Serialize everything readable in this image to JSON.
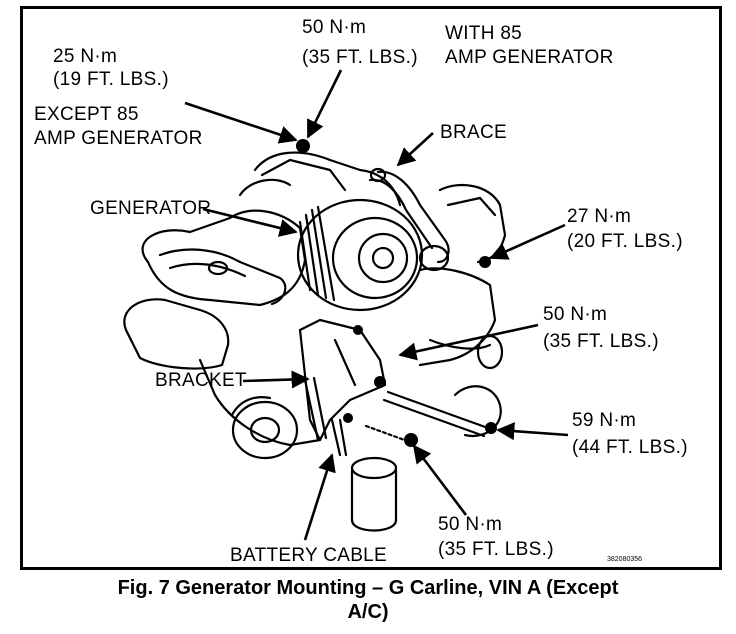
{
  "labels": {
    "torque_25": "25 N·m",
    "torque_25_ft": "(19 FT. LBS.)",
    "except85_1": "EXCEPT 85",
    "except85_2": "AMP GENERATOR",
    "torque_50_top": "50 N·m",
    "torque_50_top_ft": "(35 FT. LBS.)",
    "with85_1": "WITH 85",
    "with85_2": "AMP GENERATOR",
    "brace": "BRACE",
    "generator": "GENERATOR",
    "torque_27": "27 N·m",
    "torque_27_ft": "(20 FT. LBS.)",
    "torque_50_mid": "50 N·m",
    "torque_50_mid_ft": "(35 FT. LBS.)",
    "bracket": "BRACKET",
    "torque_59": "59 N·m",
    "torque_59_ft": "(44 FT. LBS.)",
    "battery_cable": "BATTERY CABLE",
    "torque_50_bot": "50 N·m",
    "torque_50_bot_ft": "(35 FT. LBS.)"
  },
  "figure_code": "382080356",
  "caption_line1": "Fig. 7 Generator Mounting – G Carline, VIN A (Except",
  "caption_line2": "A/C)"
}
